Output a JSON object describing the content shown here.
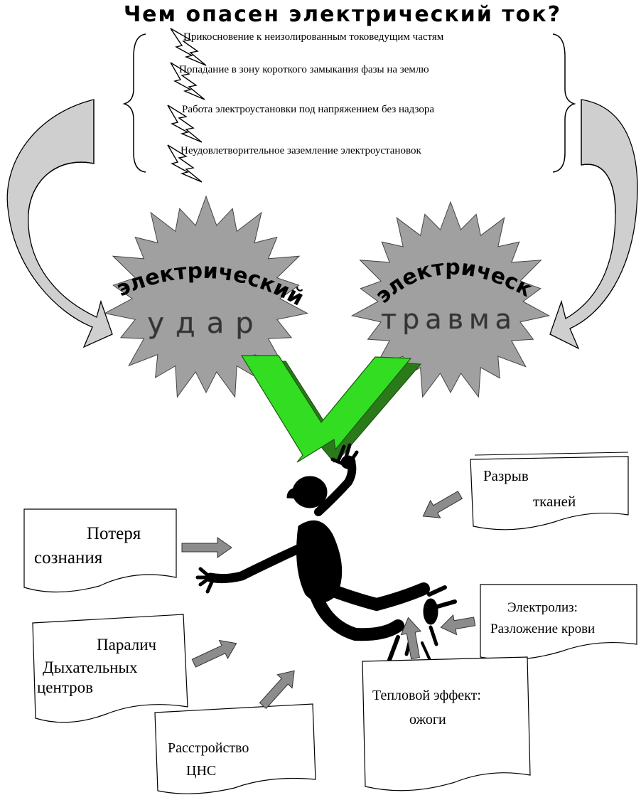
{
  "title": "Чем опасен электрический ток?",
  "causes": [
    "Прикосновение к неизолированным  токоведущим частям",
    "Попадание в зону короткого замыкания фазы на землю",
    "Работа электроустановки под напряжением без надзора",
    "Неудовлетворительное заземление электроустановок"
  ],
  "shock": {
    "line1": "электрический",
    "line2": "удар"
  },
  "injury": {
    "line1": "электрическая",
    "line2": "травма"
  },
  "effects": {
    "tissue_rupture": [
      "Разрыв",
      "тканей"
    ],
    "consciousness_loss": [
      "Потеря",
      "сознания"
    ],
    "electrolysis": [
      "Электролиз:",
      "Разложение крови"
    ],
    "respiratory_paralysis": [
      "Паралич",
      "Дыхательных",
      "центров"
    ],
    "thermal_effect": [
      "Тепловой  эффект:",
      "ожоги"
    ],
    "cns_disorder": [
      "Расстройство",
      "ЦНС"
    ]
  },
  "colors": {
    "star_fill": "#a0a0a0",
    "curve_arrow_fill": "#c8c8c8",
    "check_green": "#33dd22",
    "check_dark": "#2a7a1a",
    "small_arrow": "#8c8c8c"
  }
}
